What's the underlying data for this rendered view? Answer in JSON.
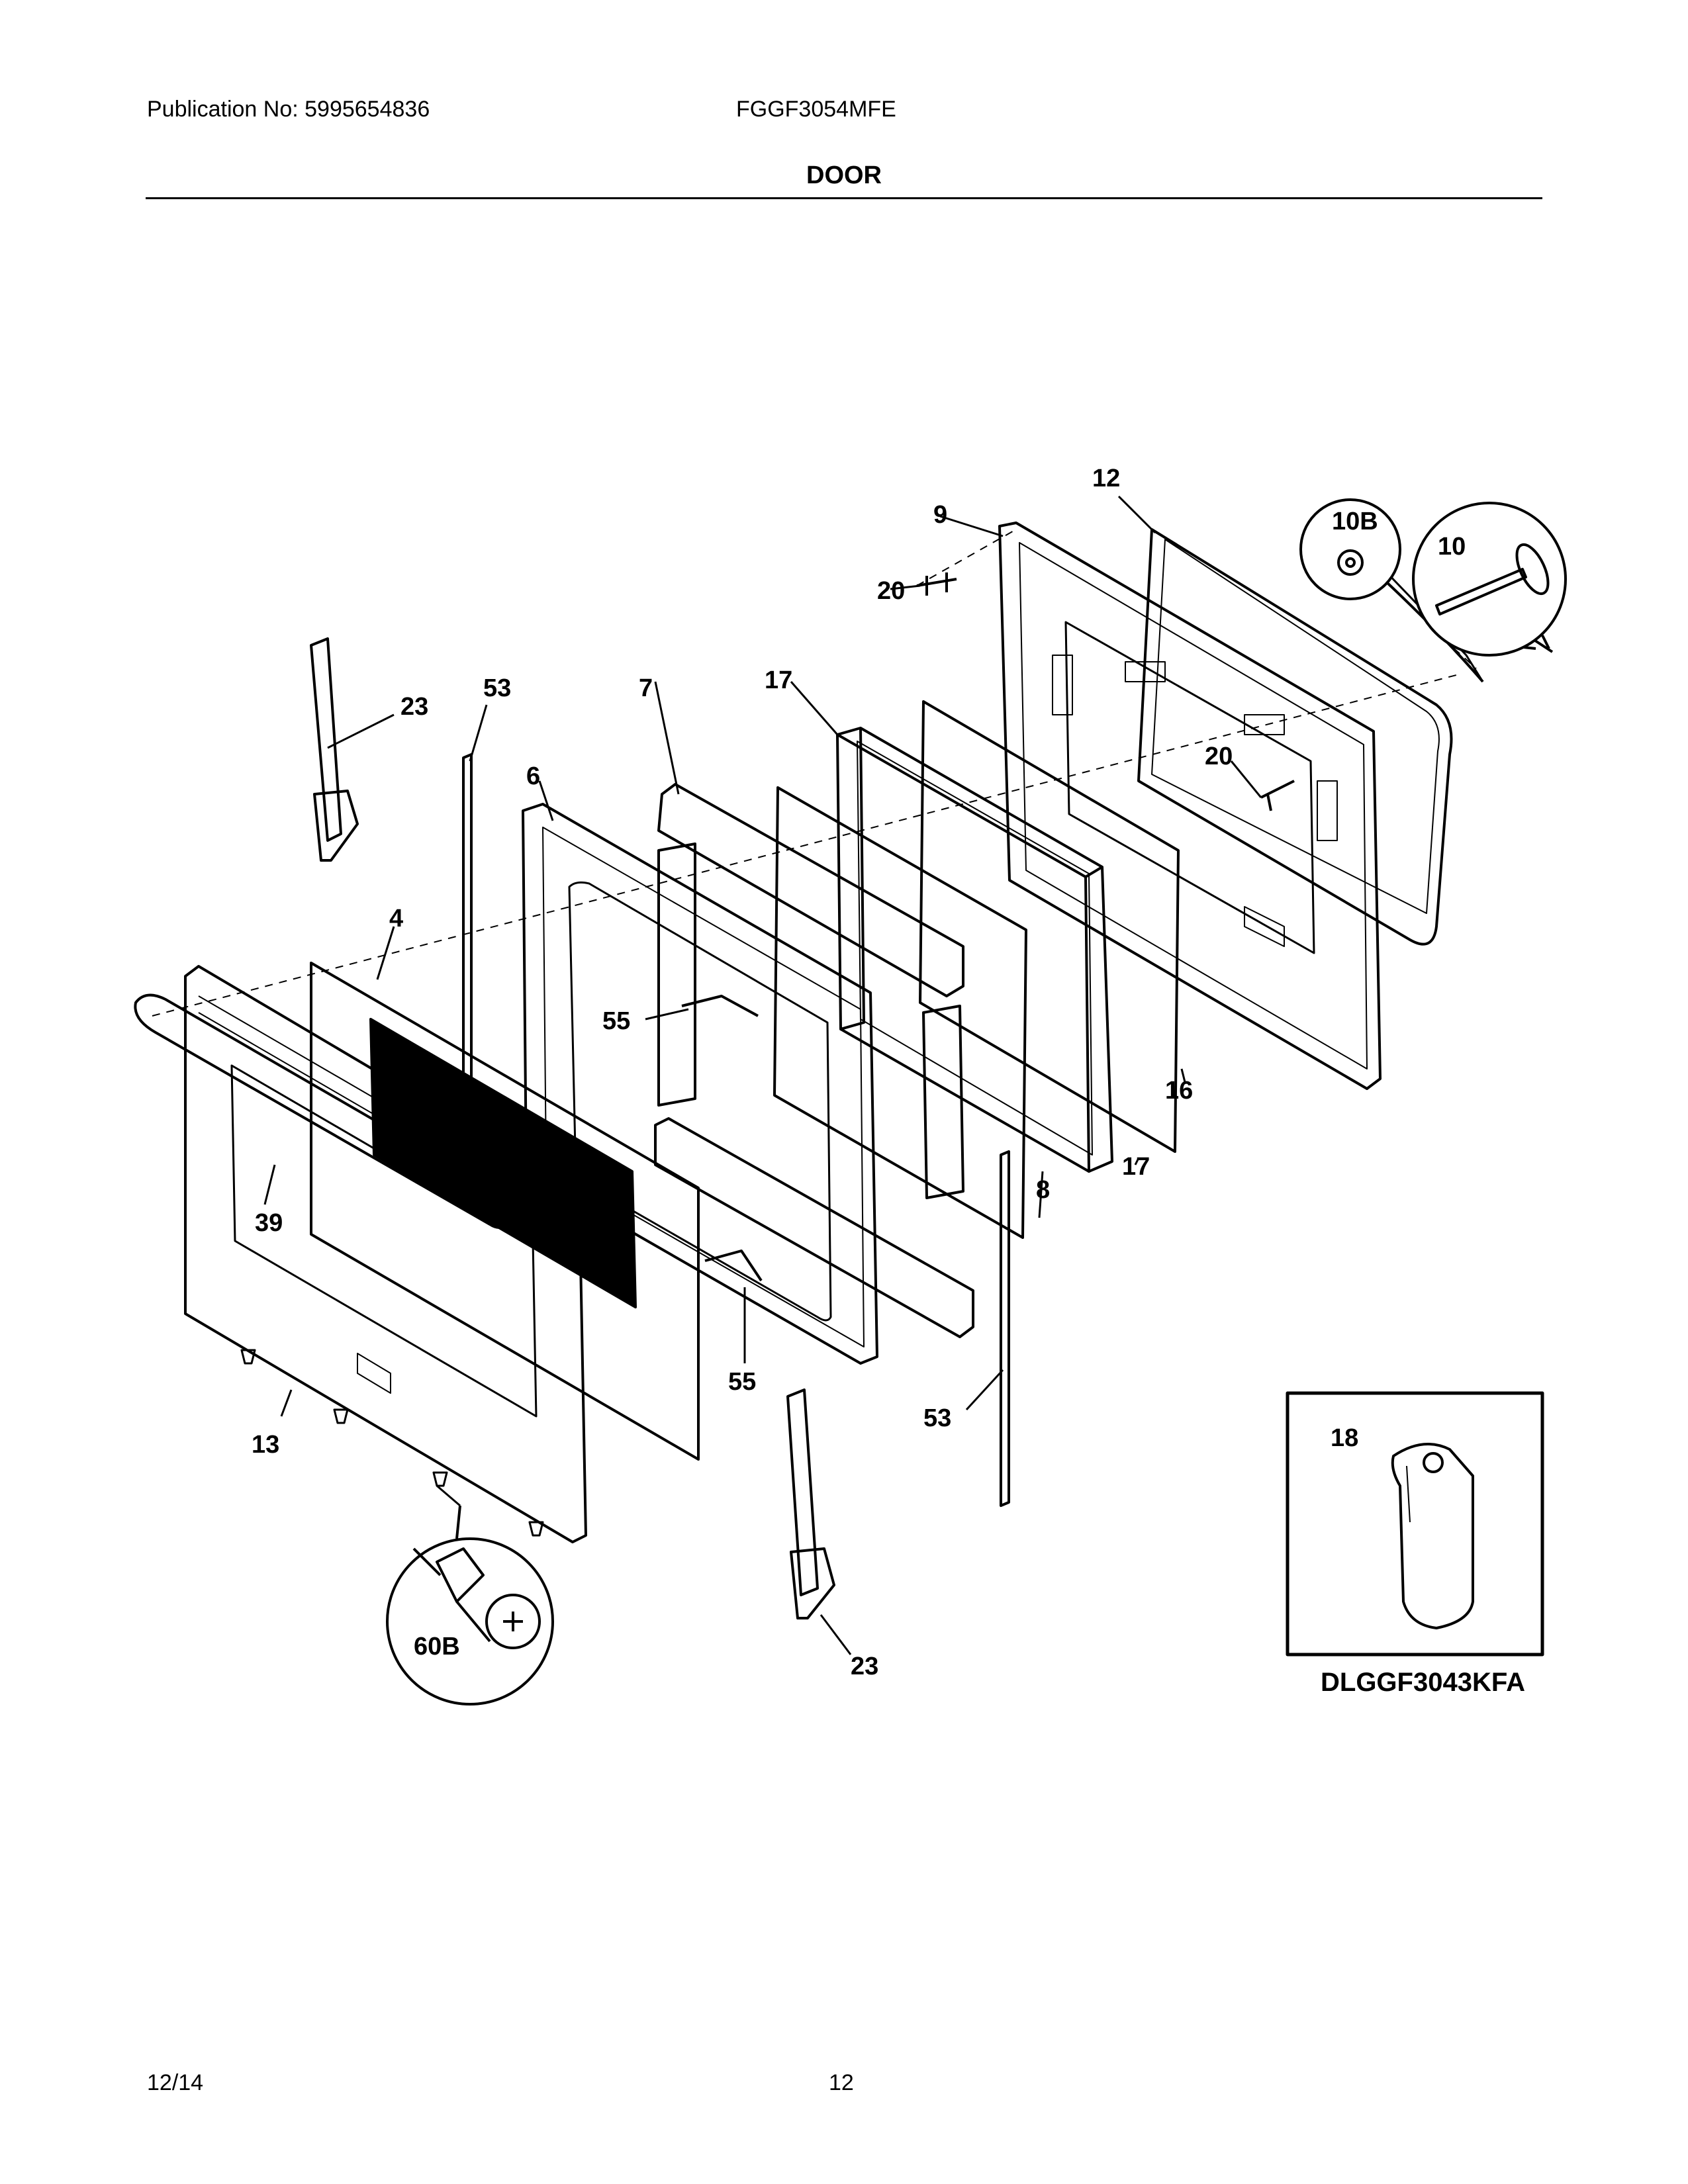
{
  "header": {
    "publication": "Publication No: 5995654836",
    "model": "FGGF3054MFE",
    "title": "DOOR"
  },
  "footer": {
    "date": "12/14",
    "page": "12"
  },
  "callouts": {
    "c9": "9",
    "c12": "12",
    "c10b": "10B",
    "c10": "10",
    "c20a": "20",
    "c20b": "20",
    "c23a": "23",
    "c53a": "53",
    "c7": "7",
    "c17a": "17",
    "c6": "6",
    "c4": "4",
    "c55a": "55",
    "c16": "16",
    "c17b": "17",
    "c8": "8",
    "c39": "39",
    "c55b": "55",
    "c53b": "53",
    "c13": "13",
    "c60b": "60B",
    "c23b": "23",
    "c18": "18"
  },
  "inset_label": "DLGGF3043KFA"
}
